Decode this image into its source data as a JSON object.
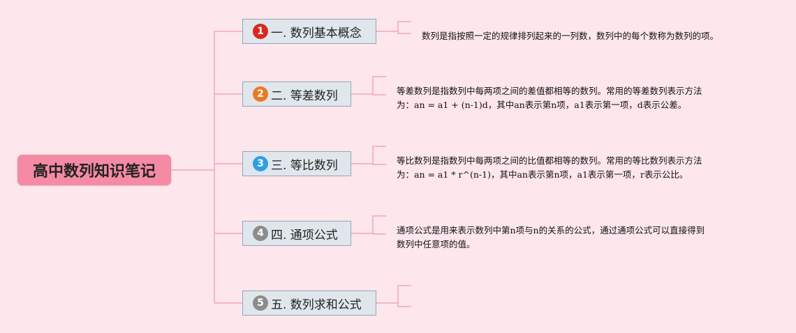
{
  "title": "高中数列知识笔记",
  "colors": {
    "background": "#fde6ec",
    "root_fill": "#f58aa5",
    "connector": "#f4a6b8",
    "node_fill": "#dfe6ec",
    "node_border": "#97a6b3"
  },
  "topics": [
    {
      "number": "1",
      "badge_color": "#d9281d",
      "label": "一. 数列基本概念",
      "description": [
        "数列是指按照一定的规律排列起来的一列数，数列中的每个数称为数列的项。"
      ]
    },
    {
      "number": "2",
      "badge_color": "#ea7a24",
      "label": "二. 等差数列",
      "description": [
        "等差数列是指数列中每两项之间的差值都相等的数列。常用的等差数列表示方法",
        "为：an = a1 + (n-1)d，其中an表示第n项，a1表示第一项，d表示公差。"
      ]
    },
    {
      "number": "3",
      "badge_color": "#2f9ee3",
      "label": "三. 等比数列",
      "description": [
        "等比数列是指数列中每两项之间的比值都相等的数列。常用的等比数列表示方法",
        "为：an = a1 * r^(n-1)，其中an表示第n项，a1表示第一项，r表示公比。"
      ]
    },
    {
      "number": "4",
      "badge_color": "#8c8c8c",
      "label": "四. 通项公式",
      "description": [
        "通项公式是用来表示数列中第n项与n的关系的公式，通过通项公式可以直接得到",
        "数列中任意项的值。"
      ]
    },
    {
      "number": "5",
      "badge_color": "#8c8c8c",
      "label": "五. 数列求和公式",
      "description": []
    }
  ]
}
